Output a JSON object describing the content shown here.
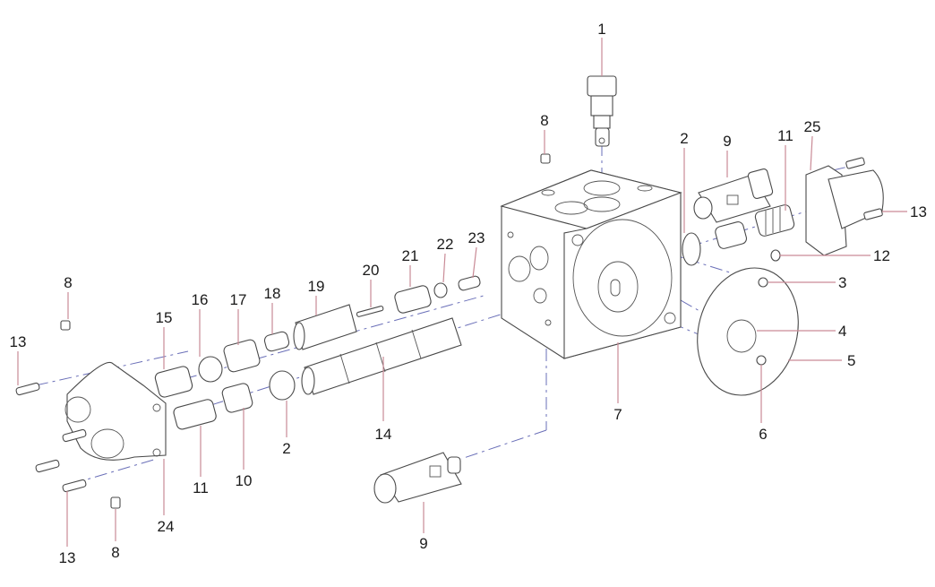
{
  "diagram": {
    "type": "exploded-parts-view",
    "colors": {
      "leader": "#c98a96",
      "axis": "#6a6fb8",
      "outline": "#4a4a4a"
    },
    "callouts": [
      {
        "id": "c1",
        "number": "1"
      },
      {
        "id": "c2a",
        "number": "2"
      },
      {
        "id": "c2b",
        "number": "2"
      },
      {
        "id": "c3",
        "number": "3"
      },
      {
        "id": "c4",
        "number": "4"
      },
      {
        "id": "c5",
        "number": "5"
      },
      {
        "id": "c6",
        "number": "6"
      },
      {
        "id": "c7",
        "number": "7"
      },
      {
        "id": "c8a",
        "number": "8"
      },
      {
        "id": "c8b",
        "number": "8"
      },
      {
        "id": "c8c",
        "number": "8"
      },
      {
        "id": "c9a",
        "number": "9"
      },
      {
        "id": "c9b",
        "number": "9"
      },
      {
        "id": "c10",
        "number": "10"
      },
      {
        "id": "c11a",
        "number": "11"
      },
      {
        "id": "c11b",
        "number": "11"
      },
      {
        "id": "c12",
        "number": "12"
      },
      {
        "id": "c13a",
        "number": "13"
      },
      {
        "id": "c13b",
        "number": "13"
      },
      {
        "id": "c13c",
        "number": "13"
      },
      {
        "id": "c14",
        "number": "14"
      },
      {
        "id": "c15",
        "number": "15"
      },
      {
        "id": "c16",
        "number": "16"
      },
      {
        "id": "c17",
        "number": "17"
      },
      {
        "id": "c18",
        "number": "18"
      },
      {
        "id": "c19",
        "number": "19"
      },
      {
        "id": "c20",
        "number": "20"
      },
      {
        "id": "c21",
        "number": "21"
      },
      {
        "id": "c22",
        "number": "22"
      },
      {
        "id": "c23",
        "number": "23"
      },
      {
        "id": "c24",
        "number": "24"
      },
      {
        "id": "c25",
        "number": "25"
      }
    ]
  }
}
